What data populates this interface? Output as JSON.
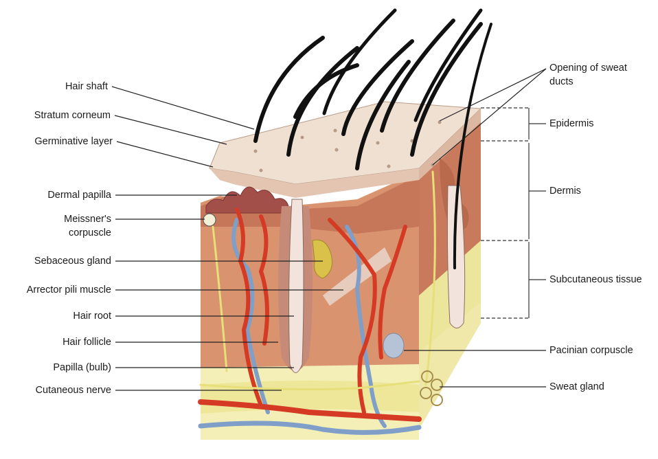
{
  "labels_left": [
    {
      "id": "hair-shaft",
      "text": "Hair shaft"
    },
    {
      "id": "stratum-corneum",
      "text": "Stratum corneum"
    },
    {
      "id": "germinative-layer",
      "text": "Germinative layer"
    },
    {
      "id": "dermal-papilla",
      "text": "Dermal papilla"
    },
    {
      "id": "meissners-corpuscle-1",
      "text": "Meissner's"
    },
    {
      "id": "meissners-corpuscle-2",
      "text": "corpuscle"
    },
    {
      "id": "sebaceous-gland",
      "text": "Sebaceous gland"
    },
    {
      "id": "arrector-pili-muscle",
      "text": "Arrector pili muscle"
    },
    {
      "id": "hair-root",
      "text": "Hair root"
    },
    {
      "id": "hair-follicle",
      "text": "Hair follicle"
    },
    {
      "id": "papilla-bulb",
      "text": "Papilla (bulb)"
    },
    {
      "id": "cutaneous-nerve",
      "text": "Cutaneous nerve"
    }
  ],
  "labels_right": [
    {
      "id": "opening-sweat-ducts-1",
      "text": "Opening of sweat"
    },
    {
      "id": "opening-sweat-ducts-2",
      "text": "ducts"
    },
    {
      "id": "epidermis",
      "text": "Epidermis"
    },
    {
      "id": "dermis",
      "text": "Dermis"
    },
    {
      "id": "subcutaneous-tissue",
      "text": "Subcutaneous tissue"
    },
    {
      "id": "pacinian-corpuscle",
      "text": "Pacinian corpuscle"
    },
    {
      "id": "sweat-gland",
      "text": "Sweat gland"
    }
  ],
  "colors": {
    "epidermis_top": "#efe0d2",
    "dermis": "#d9946f",
    "dermis_dark": "#b9694c",
    "subcutaneous": "#f1ecaa",
    "artery": "#d43a24",
    "vein": "#7f9fc9",
    "nerve": "#e7df7a",
    "hair": "#111111"
  }
}
